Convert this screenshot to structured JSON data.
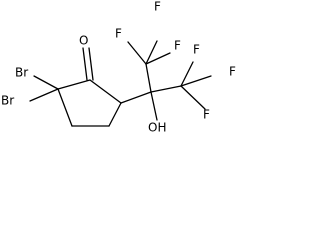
{
  "diagram": {
    "labels": {
      "oxygen": "O",
      "bromine_top": "Br",
      "bromine_bottom": "Br",
      "hydroxyl": "OH",
      "fluorine_top_left": "F",
      "fluorine_top_middle": "F",
      "fluorine_top_right": "F",
      "fluorine_right_top": "F",
      "fluorine_right_middle": "F",
      "fluorine_right_bottom": "F"
    }
  }
}
